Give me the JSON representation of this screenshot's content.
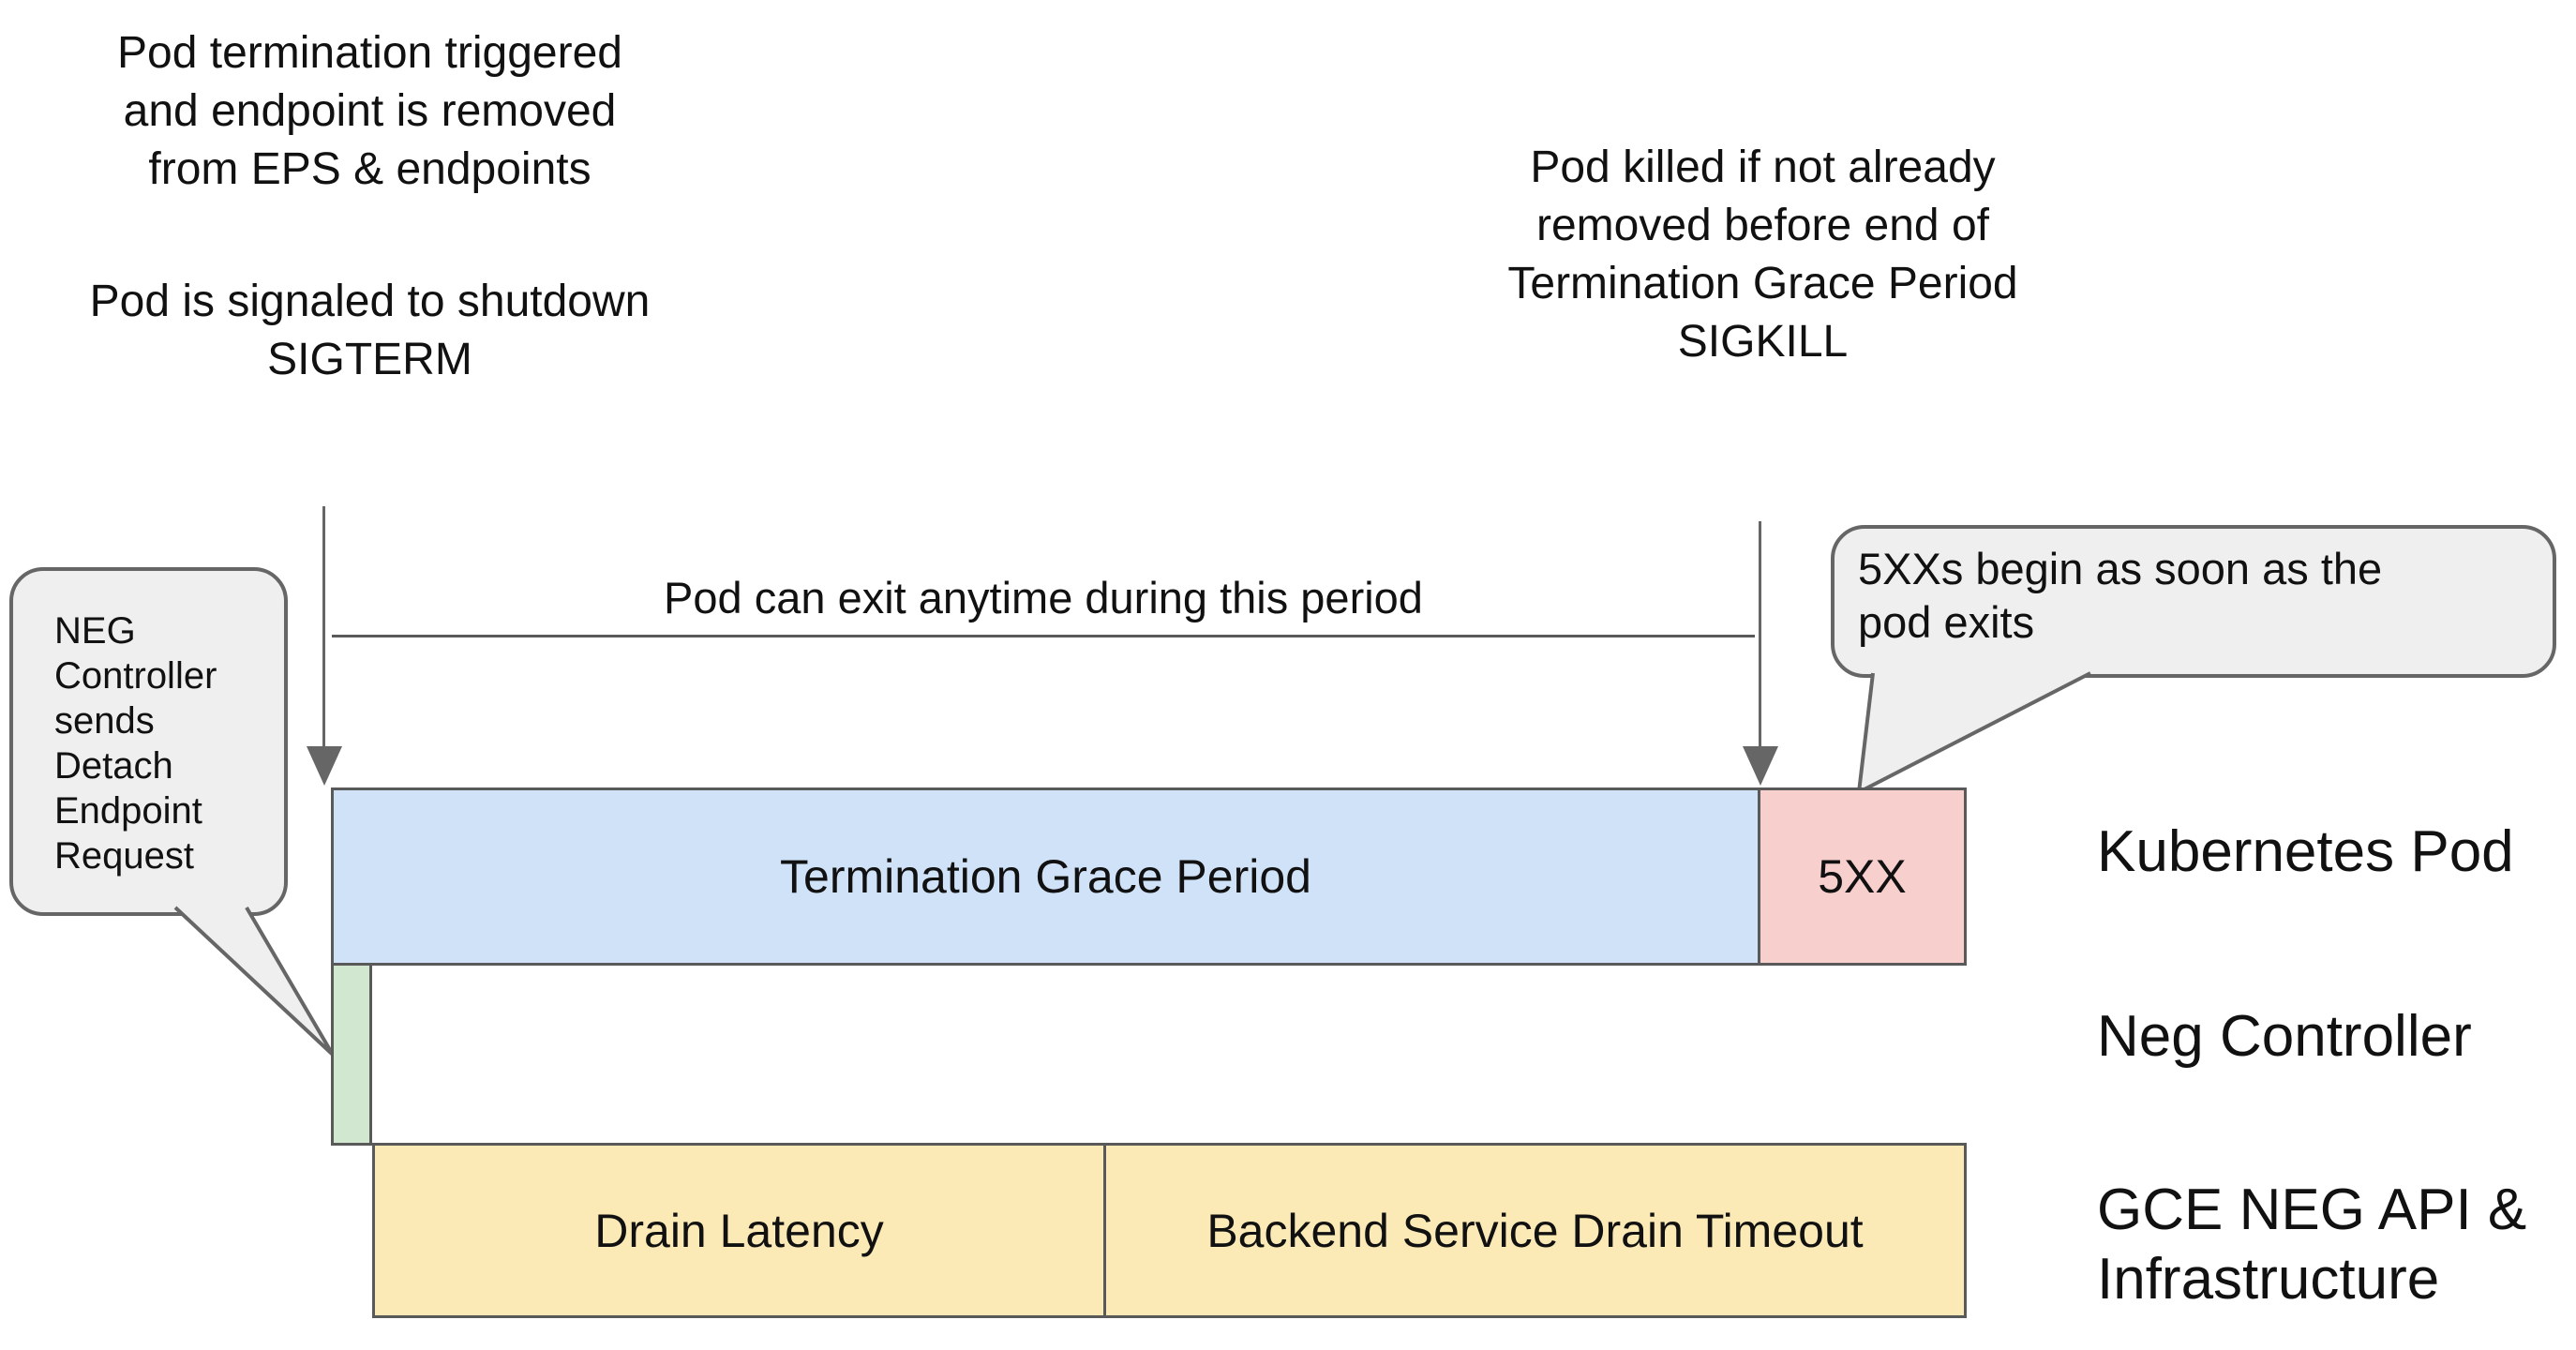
{
  "colors": {
    "background": "#ffffff",
    "text": "#111111",
    "bar_border": "#595959",
    "arrow_gray": "#666666",
    "callout_fill": "#efefef",
    "callout_border": "#666666",
    "termination_grace_blue": "#d0e2f7",
    "fivexx_pink": "#f7d0cd",
    "neg_detach_green": "#d2e7cf",
    "drain_yellow": "#fbe9b6"
  },
  "annotations": {
    "pod_termination": {
      "lines": [
        "Pod termination triggered",
        "and endpoint is removed",
        "from EPS & endpoints"
      ]
    },
    "pod_signaled": {
      "lines": [
        "Pod is signaled to shutdown",
        "SIGTERM"
      ]
    },
    "pod_killed": {
      "lines": [
        "Pod killed if not already",
        "removed before end of",
        "Termination Grace Period",
        "SIGKILL"
      ]
    },
    "period_note": "Pod can exit anytime during this period"
  },
  "callouts": {
    "neg_controller": {
      "lines": [
        "NEG",
        "Controller",
        "sends",
        "Detach",
        "Endpoint",
        "Request"
      ]
    },
    "fivexx_begin": {
      "lines": [
        "5XXs begin as soon as the",
        "pod exits"
      ]
    }
  },
  "bars": {
    "termination_grace_period": "Termination Grace Period",
    "fivexx": "5XX",
    "drain_latency": "Drain Latency",
    "backend_service_drain_timeout": "Backend Service Drain Timeout"
  },
  "row_labels": {
    "kubernetes_pod": "Kubernetes Pod",
    "neg_controller": "Neg Controller",
    "gce": {
      "lines": [
        "GCE NEG API &",
        "Infrastructure"
      ]
    }
  }
}
